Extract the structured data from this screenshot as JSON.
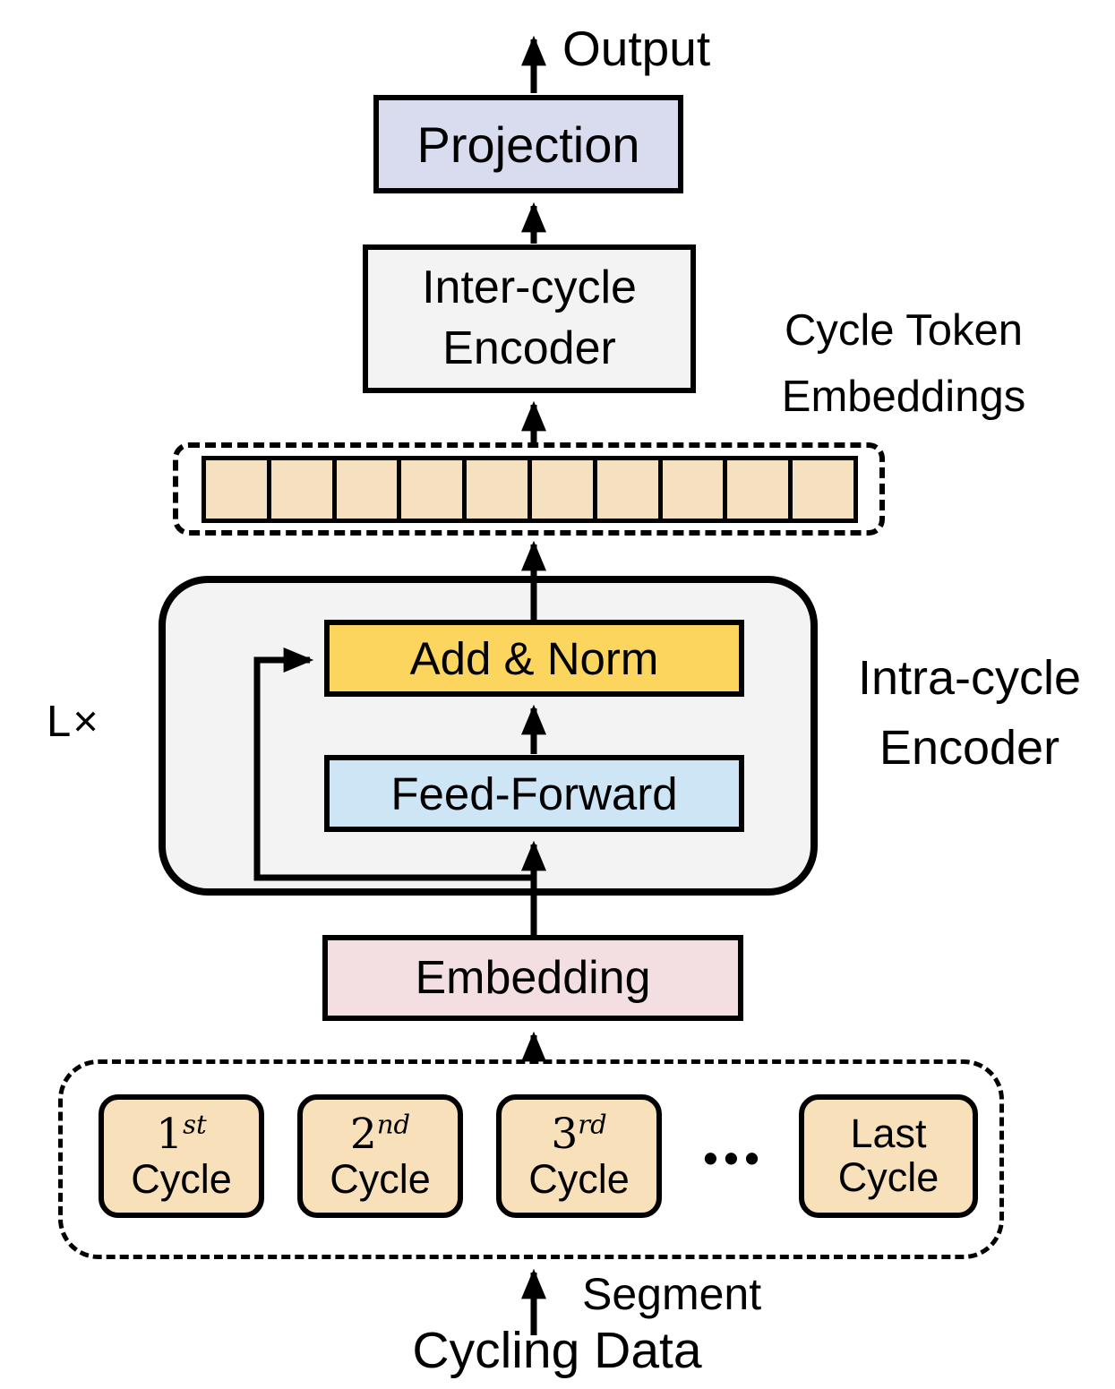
{
  "diagram": {
    "output_label": "Output",
    "projection_label": "Projection",
    "inter_cycle_encoder": {
      "line1": "Inter-cycle",
      "line2": "Encoder"
    },
    "cycle_token_embeddings": {
      "line1": "Cycle Token",
      "line2": "Embeddings"
    },
    "token_strip": {
      "cell_count": 10
    },
    "intra_cycle": {
      "repeat_label": "L×",
      "add_norm_label": "Add & Norm",
      "feed_forward_label": "Feed-Forward",
      "encoder_label": {
        "line1": "Intra-cycle",
        "line2": "Encoder"
      }
    },
    "embedding_label": "Embedding",
    "segment_row": {
      "items": [
        {
          "type": "cycle",
          "ordinal": "1",
          "suffix": "st",
          "label": "Cycle"
        },
        {
          "type": "cycle",
          "ordinal": "2",
          "suffix": "nd",
          "label": "Cycle"
        },
        {
          "type": "cycle",
          "ordinal": "3",
          "suffix": "rd",
          "label": "Cycle"
        },
        {
          "type": "ellipsis",
          "text": "•••"
        },
        {
          "type": "cycle",
          "ordinal": "Last",
          "suffix": "",
          "label": "Cycle"
        }
      ]
    },
    "segment_label": "Segment",
    "cycling_data_label": "Cycling Data",
    "colors": {
      "projection_fill": "#d9dcee",
      "encoder_fill": "#f3f3f3",
      "token_cell_fill": "#f5e1c0",
      "add_norm_fill": "#fbd55e",
      "feed_forward_fill": "#cde5f5",
      "embedding_fill": "#f3dee2",
      "cycle_box_fill": "#f8e0ba",
      "outline": "#000000"
    }
  }
}
